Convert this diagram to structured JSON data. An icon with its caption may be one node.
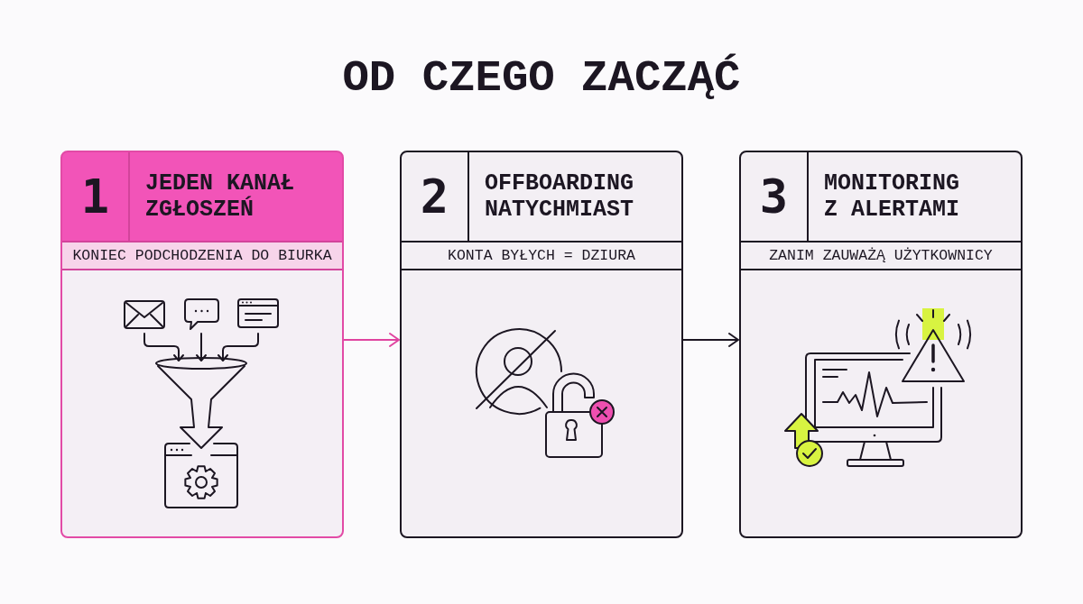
{
  "diagram": {
    "title": "OD CZEGO ZACZĄĆ",
    "nodes": [
      {
        "text": [
          "1",
          "JEDEN KANAŁ ZGŁOSZEŃ",
          "KONIEC PODCHODZENIA DO BIURKA"
        ]
      },
      {
        "text": [
          "2",
          "OFFBOARDING NATYCHMIAST",
          "KONTA BYŁYCH = DZIURA"
        ]
      },
      {
        "text": [
          "3",
          "MONITORING Z ALERTAMI",
          "ZANIM ZAUWAŻĄ UŻYTKOWNICY"
        ]
      }
    ],
    "edges": [
      {
        "from": 0,
        "to": 1,
        "arrow": "to",
        "color": "#e0449f"
      },
      {
        "from": 1,
        "to": 2,
        "arrow": "to",
        "color": "#1c1622"
      }
    ]
  }
}
